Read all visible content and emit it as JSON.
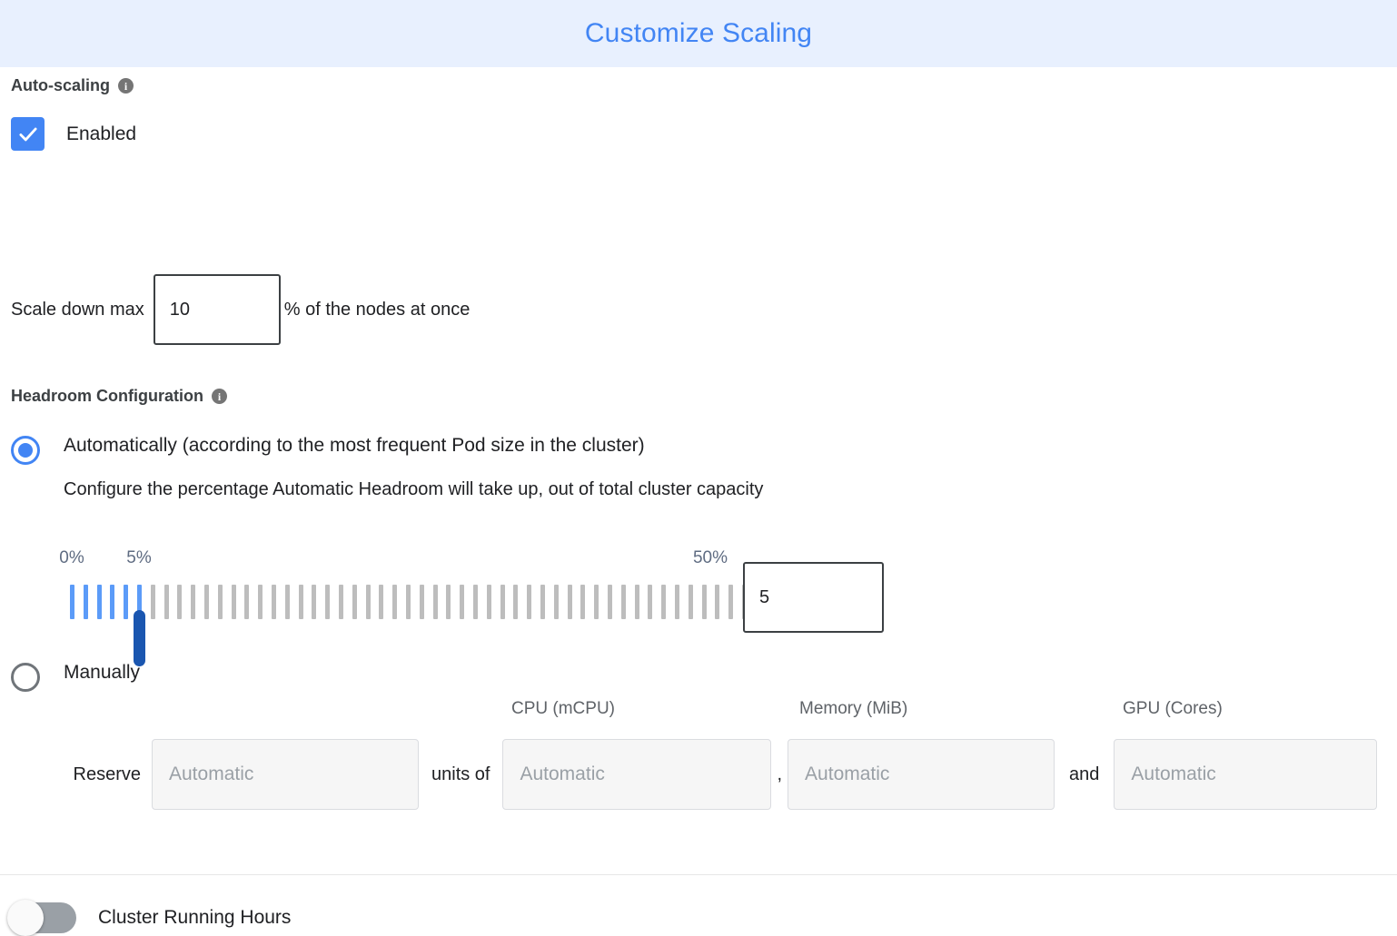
{
  "header": {
    "title": "Customize Scaling",
    "title_color": "#4285f4",
    "background_color": "#e8f0fe"
  },
  "autoscaling": {
    "section_label": "Auto-scaling",
    "info_icon": "info-icon",
    "info_glyph": "i",
    "enabled_label": "Enabled",
    "enabled_checked": true,
    "checkbox_color": "#4285f4"
  },
  "scale_down": {
    "label": "Scale down max",
    "value": "10",
    "suffix": "% of the nodes at once"
  },
  "headroom": {
    "section_label": "Headroom Configuration",
    "info_icon": "info-icon",
    "info_glyph": "i",
    "automatic": {
      "label": "Automatically (according to the most frequent Pod size in the cluster)",
      "selected": true,
      "help": "Configure the percentage Automatic Headroom will take up, out of total cluster capacity"
    },
    "slider": {
      "min_label": "0%",
      "max_label": "50%",
      "current_label": "5%",
      "min": 0,
      "max": 50,
      "value": 5,
      "tick_count": 51,
      "active_color": "#5b9bf8",
      "inactive_color": "#bdbdbd",
      "thumb_color": "#1a56b0"
    },
    "value_input": {
      "value": "5"
    },
    "manual": {
      "label": "Manually",
      "selected": false,
      "columns": [
        {
          "key": "units",
          "header": ""
        },
        {
          "key": "cpu",
          "header": "CPU (mCPU)"
        },
        {
          "key": "memory",
          "header": "Memory (MiB)"
        },
        {
          "key": "gpu",
          "header": "GPU (Cores)"
        }
      ],
      "reserve_label": "Reserve",
      "units_of_label": "units of",
      "comma_separator": ",",
      "and_label": "and",
      "fields": [
        {
          "name": "units-input",
          "placeholder": "Automatic",
          "value": "",
          "disabled": true
        },
        {
          "name": "cpu-input",
          "placeholder": "Automatic",
          "value": "",
          "disabled": true
        },
        {
          "name": "memory-input",
          "placeholder": "Automatic",
          "value": "",
          "disabled": true
        },
        {
          "name": "gpu-input",
          "placeholder": "Automatic",
          "value": "",
          "disabled": true
        }
      ]
    }
  },
  "cluster_running_hours": {
    "label": "Cluster Running Hours",
    "enabled": false
  }
}
